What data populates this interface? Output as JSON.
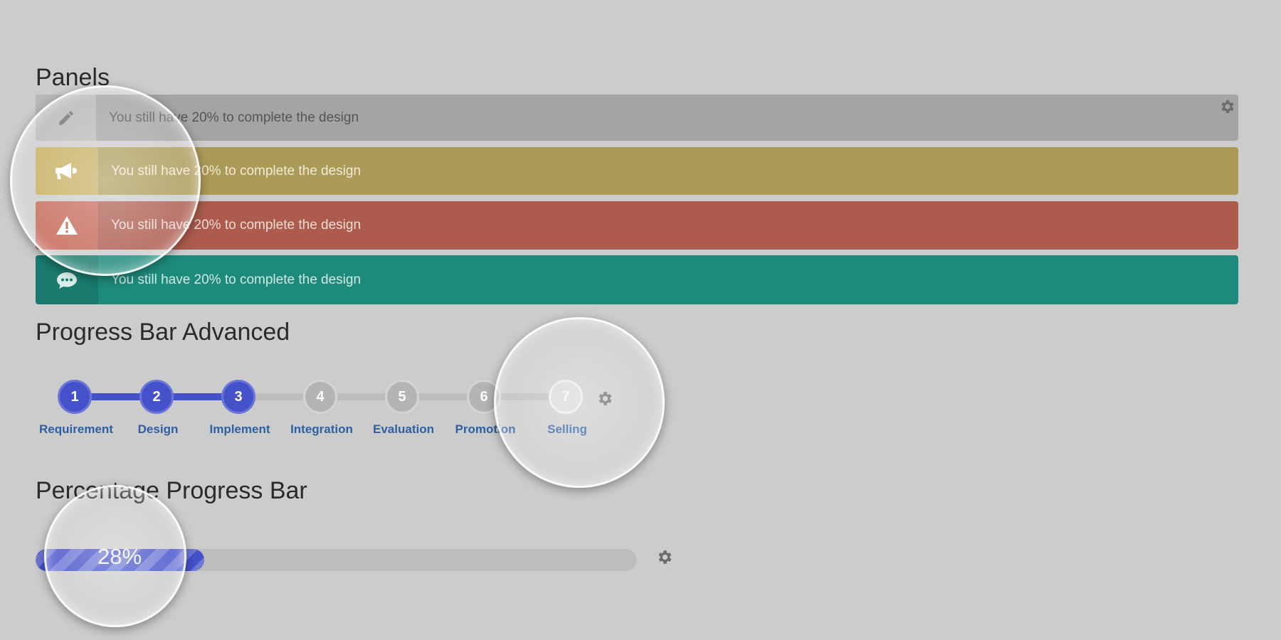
{
  "sections": {
    "panels_title": "Panels",
    "progress_title": "Progress Bar Advanced",
    "percent_title": "Percentage Progress Bar"
  },
  "panels": [
    {
      "icon": "pencil-icon",
      "text": "You still have 20% to complete the design",
      "color": "#a4a4a4"
    },
    {
      "icon": "megaphone-icon",
      "text": "You still have 20% to complete the design",
      "color": "#ac9a59"
    },
    {
      "icon": "warning-icon",
      "text": "You still have 20% to complete the design",
      "color": "#ac5b4d"
    },
    {
      "icon": "chat-bubble-icon",
      "text": "You still have 20% to complete the design",
      "color": "#1e8a7b"
    }
  ],
  "steps": {
    "completed_count": 3,
    "accent_color": "#4451c9",
    "items": [
      {
        "number": "1",
        "label": "Requirement"
      },
      {
        "number": "2",
        "label": "Design"
      },
      {
        "number": "3",
        "label": "Implement"
      },
      {
        "number": "4",
        "label": "Integration"
      },
      {
        "number": "5",
        "label": "Evaluation"
      },
      {
        "number": "6",
        "label": "Promotion"
      },
      {
        "number": "7",
        "label": "Selling"
      }
    ]
  },
  "percentage_bar": {
    "value_percent": 28,
    "label": "28%"
  },
  "icons": {
    "settings": "gear-icon"
  }
}
